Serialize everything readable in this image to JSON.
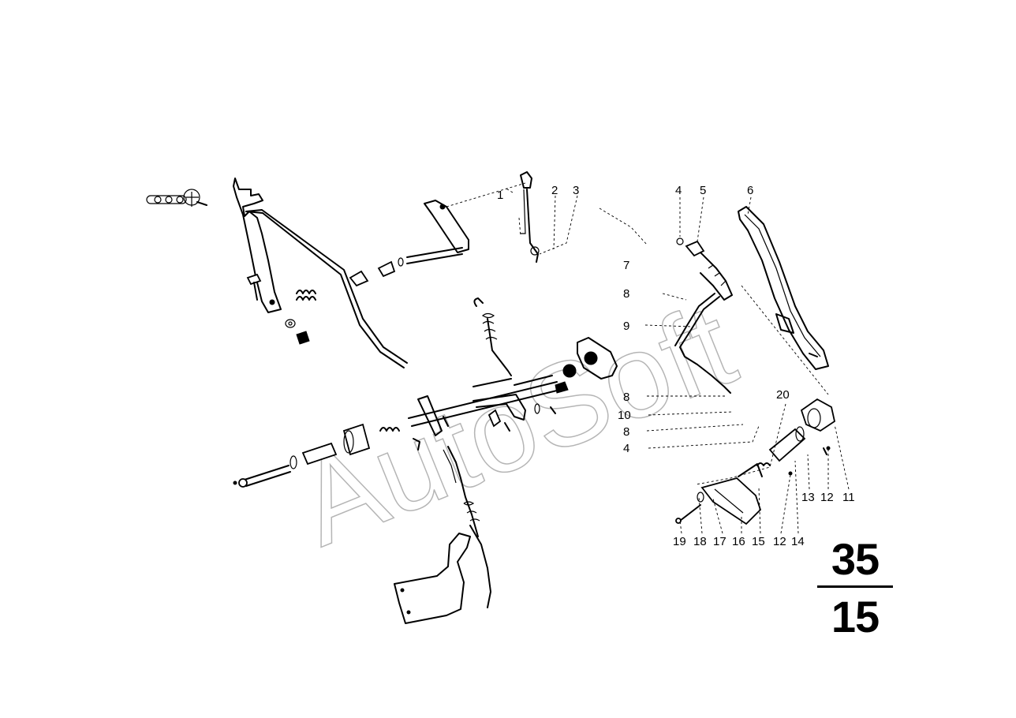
{
  "watermark": "AutoSoft",
  "group": {
    "main": "35",
    "sub": "15"
  },
  "callouts": [
    {
      "id": "c1",
      "text": "1"
    },
    {
      "id": "c2",
      "text": "2"
    },
    {
      "id": "c3",
      "text": "3"
    },
    {
      "id": "c4a",
      "text": "4"
    },
    {
      "id": "c5",
      "text": "5"
    },
    {
      "id": "c6",
      "text": "6"
    },
    {
      "id": "c7",
      "text": "7"
    },
    {
      "id": "c8a",
      "text": "8"
    },
    {
      "id": "c9",
      "text": "9"
    },
    {
      "id": "c8b",
      "text": "8"
    },
    {
      "id": "c10",
      "text": "10"
    },
    {
      "id": "c8c",
      "text": "8"
    },
    {
      "id": "c4b",
      "text": "4"
    },
    {
      "id": "c20",
      "text": "20"
    },
    {
      "id": "c11",
      "text": "11"
    },
    {
      "id": "c12a",
      "text": "12"
    },
    {
      "id": "c13",
      "text": "13"
    },
    {
      "id": "c14",
      "text": "14"
    },
    {
      "id": "c12b",
      "text": "12"
    },
    {
      "id": "c15",
      "text": "15"
    },
    {
      "id": "c16",
      "text": "16"
    },
    {
      "id": "c17",
      "text": "17"
    },
    {
      "id": "c18",
      "text": "18"
    },
    {
      "id": "c19",
      "text": "19"
    }
  ]
}
